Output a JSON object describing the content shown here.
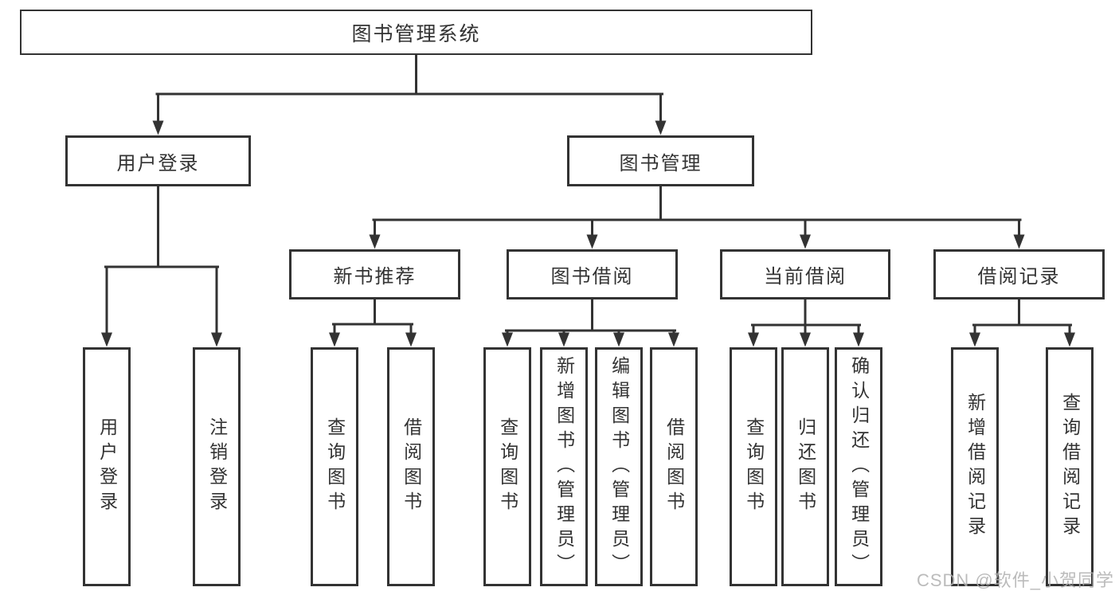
{
  "colors": {
    "line": "#333333",
    "text": "#333333",
    "node-bg": "#ffffff",
    "watermark": "#b0b0b0"
  },
  "tree": {
    "label": "图书管理系统",
    "children": [
      {
        "label": "用户登录",
        "children": [
          {
            "label": "用户登录"
          },
          {
            "label": "注销登录"
          }
        ]
      },
      {
        "label": "图书管理",
        "children": [
          {
            "label": "新书推荐",
            "children": [
              {
                "label": "查询图书"
              },
              {
                "label": "借阅图书"
              }
            ]
          },
          {
            "label": "图书借阅",
            "children": [
              {
                "label": "查询图书"
              },
              {
                "label": "新增图书（管理员）"
              },
              {
                "label": "编辑图书（管理员）"
              },
              {
                "label": "借阅图书"
              }
            ]
          },
          {
            "label": "当前借阅",
            "children": [
              {
                "label": "查询图书"
              },
              {
                "label": "归还图书"
              },
              {
                "label": "确认归还（管理员）"
              }
            ]
          },
          {
            "label": "借阅记录",
            "children": [
              {
                "label": "新增借阅记录"
              },
              {
                "label": "查询借阅记录"
              }
            ]
          }
        ]
      }
    ]
  },
  "watermark": {
    "text": "CSDN @软件_小贺同学"
  }
}
